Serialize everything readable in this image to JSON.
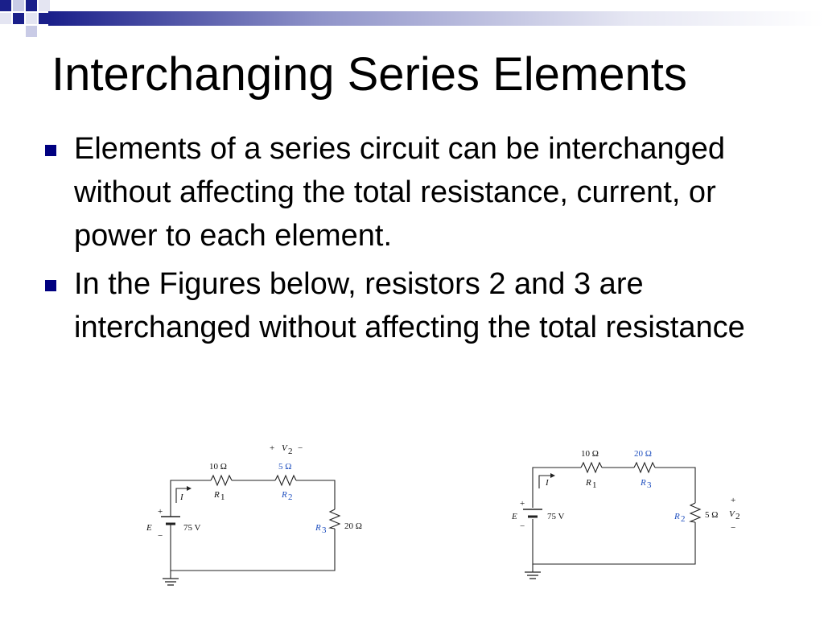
{
  "slide": {
    "title": "Interchanging Series Elements",
    "bullets": [
      "Elements of a series circuit can be interchanged without affecting the total resistance, current, or power to each element.",
      "In the Figures below, resistors 2 and 3 are interchanged without affecting the total resistance"
    ]
  },
  "colors": {
    "accent_navy": "#1a1f8a",
    "accent_mid": "#5a5fb0",
    "bullet": "#000080",
    "component_label_blue": "#1f4fbf"
  },
  "figure_left": {
    "voltage_label": "V",
    "voltage_sub": "2",
    "voltage_plus": "+",
    "voltage_minus": "−",
    "r1_value": "10 Ω",
    "r1_name": "R",
    "r1_sub": "1",
    "r2_value": "5 Ω",
    "r2_name": "R",
    "r2_sub": "2",
    "r3_value": "20 Ω",
    "r3_name": "R",
    "r3_sub": "3",
    "current": "I",
    "source_name": "E",
    "source_value": "75 V",
    "source_plus": "+",
    "source_minus": "−"
  },
  "figure_right": {
    "r1_value": "10 Ω",
    "r1_name": "R",
    "r1_sub": "1",
    "r3_value": "20 Ω",
    "r3_name": "R",
    "r3_sub": "3",
    "r2_value": "5 Ω",
    "r2_name": "R",
    "r2_sub": "2",
    "voltage_label": "V",
    "voltage_sub": "2",
    "voltage_plus": "+",
    "voltage_minus": "−",
    "current": "I",
    "source_name": "E",
    "source_value": "75 V",
    "source_plus": "+",
    "source_minus": "−"
  }
}
